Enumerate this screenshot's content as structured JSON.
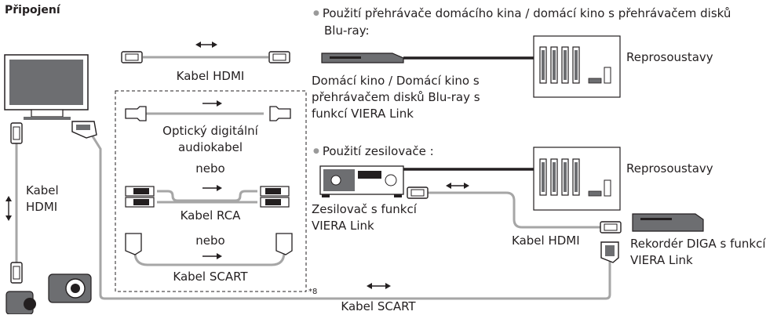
{
  "section_title": "Připojení",
  "cables": {
    "hdmi_top": "Kabel HDMI",
    "hdmi_left_1": "Kabel",
    "hdmi_left_2": "HDMI",
    "optical_1": "Optický digitální",
    "optical_2": "audiokabel",
    "or_1": "nebo",
    "rca": "Kabel RCA",
    "or_2": "nebo",
    "scart_box": "Kabel SCART",
    "scart_bottom": "Kabel SCART",
    "hdmi_right": "Kabel HDMI"
  },
  "footnote_mark": "*8",
  "section_home_theater": {
    "bullet_line1": "Použití přehrávače domácího kina / domácí kino s přehrávačem disků",
    "bullet_line2": "Blu-ray:",
    "device_line1": "Domácí kino / Domácí kino s",
    "device_line2": "přehrávačem disků Blu-ray s",
    "device_line3": "funkcí VIERA Link",
    "speakers": "Reprosoustavy"
  },
  "section_amplifier": {
    "bullet": "Použití zesilovače :",
    "amp_line1": "Zesilovač s funkcí",
    "amp_line2": "VIERA Link",
    "speakers": "Reprosoustavy",
    "recorder_line1": "Rekordér DIGA s funkcí",
    "recorder_line2": "VIERA Link"
  },
  "colors": {
    "cable": "#a6a6a6",
    "thick_cable": "#231f20",
    "device": "#6d6e71",
    "outline": "#231f20"
  }
}
